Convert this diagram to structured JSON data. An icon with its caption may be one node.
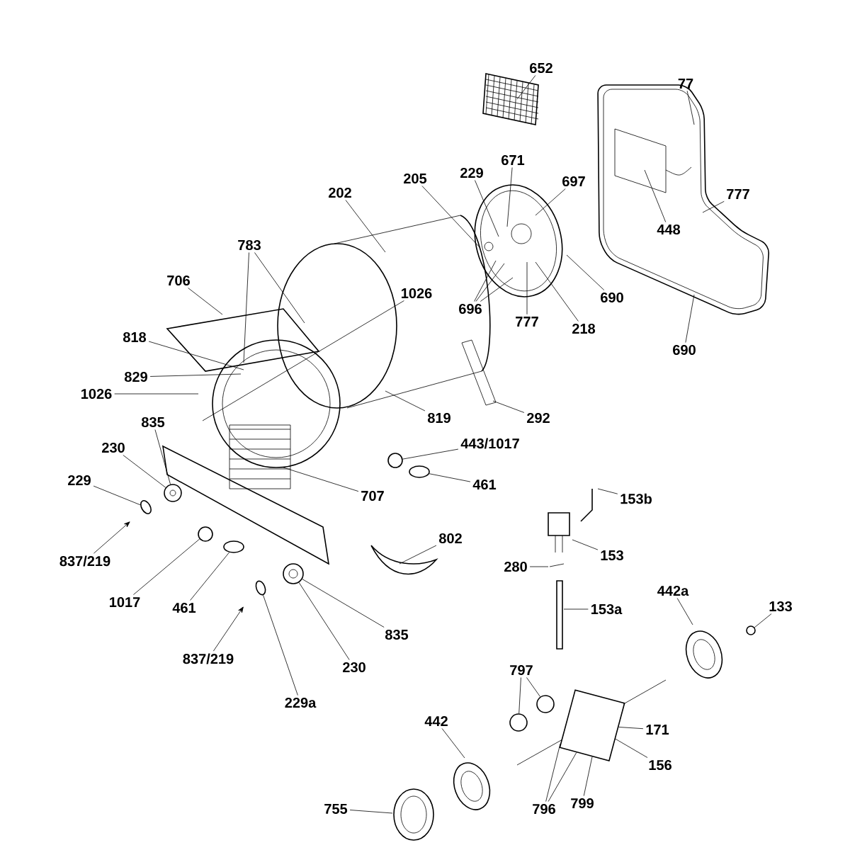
{
  "diagram": {
    "nodes": [
      {
        "text": [
          "652"
        ]
      },
      {
        "text": [
          "77"
        ]
      },
      {
        "text": [
          "202"
        ]
      },
      {
        "text": [
          "205"
        ]
      },
      {
        "text": [
          "229"
        ]
      },
      {
        "text": [
          "671"
        ]
      },
      {
        "text": [
          "697"
        ]
      },
      {
        "text": [
          "448"
        ]
      },
      {
        "text": [
          "777"
        ]
      },
      {
        "text": [
          "696"
        ]
      },
      {
        "text": [
          "777"
        ]
      },
      {
        "text": [
          "218"
        ]
      },
      {
        "text": [
          "690"
        ]
      },
      {
        "text": [
          "690"
        ]
      },
      {
        "text": [
          "706"
        ]
      },
      {
        "text": [
          "783"
        ]
      },
      {
        "text": [
          "1026"
        ]
      },
      {
        "text": [
          "818"
        ]
      },
      {
        "text": [
          "829"
        ]
      },
      {
        "text": [
          "1026"
        ]
      },
      {
        "text": [
          "835"
        ]
      },
      {
        "text": [
          "230"
        ]
      },
      {
        "text": [
          "229"
        ]
      },
      {
        "text": [
          "837/219"
        ]
      },
      {
        "text": [
          "1017"
        ]
      },
      {
        "text": [
          "461"
        ]
      },
      {
        "text": [
          "837/219"
        ]
      },
      {
        "text": [
          "229a"
        ]
      },
      {
        "text": [
          "230"
        ]
      },
      {
        "text": [
          "835"
        ]
      },
      {
        "text": [
          "707"
        ]
      },
      {
        "text": [
          "819"
        ]
      },
      {
        "text": [
          "292"
        ]
      },
      {
        "text": [
          "443/1017"
        ]
      },
      {
        "text": [
          "461"
        ]
      },
      {
        "text": [
          "153b"
        ]
      },
      {
        "text": [
          "153"
        ]
      },
      {
        "text": [
          "802"
        ]
      },
      {
        "text": [
          "280"
        ]
      },
      {
        "text": [
          "153a"
        ]
      },
      {
        "text": [
          "442a"
        ]
      },
      {
        "text": [
          "133"
        ]
      },
      {
        "text": [
          "797"
        ]
      },
      {
        "text": [
          "442"
        ]
      },
      {
        "text": [
          "171"
        ]
      },
      {
        "text": [
          "156"
        ]
      },
      {
        "text": [
          "796"
        ]
      },
      {
        "text": [
          "799"
        ]
      },
      {
        "text": [
          "755"
        ]
      },
      {
        "text": [],
        "shape": "circle"
      },
      {
        "text": [],
        "shape": "circle"
      },
      {
        "text": [],
        "shape": "circle"
      },
      {
        "text": [],
        "shape": "circle"
      },
      {
        "text": [],
        "shape": "circle"
      },
      {
        "text": [],
        "shape": "circle"
      },
      {
        "text": [],
        "shape": "circle"
      },
      {
        "text": [],
        "shape": "circle"
      },
      {
        "text": [],
        "shape": "circle"
      },
      {
        "text": [],
        "shape": "circle"
      },
      {
        "text": [],
        "shape": "circle"
      },
      {
        "text": [],
        "shape": "box"
      }
    ],
    "edges": [
      {
        "from": 0,
        "to": null,
        "arrow": "none"
      },
      {
        "from": 1,
        "to": null,
        "arrow": "none"
      },
      {
        "from": 2,
        "to": null,
        "arrow": "none"
      },
      {
        "from": 3,
        "to": null,
        "arrow": "none"
      },
      {
        "from": 4,
        "to": null,
        "arrow": "none"
      },
      {
        "from": 5,
        "to": null,
        "arrow": "none"
      },
      {
        "from": 6,
        "to": null,
        "arrow": "none"
      },
      {
        "from": 7,
        "to": null,
        "arrow": "none"
      },
      {
        "from": 8,
        "to": null,
        "arrow": "none"
      },
      {
        "from": 9,
        "to": null,
        "arrow": "none"
      },
      {
        "from": 9,
        "to": null,
        "arrow": "none"
      },
      {
        "from": 9,
        "to": null,
        "arrow": "none"
      },
      {
        "from": 10,
        "to": null,
        "arrow": "none"
      },
      {
        "from": 11,
        "to": null,
        "arrow": "none"
      },
      {
        "from": 12,
        "to": null,
        "arrow": "none"
      },
      {
        "from": 13,
        "to": null,
        "arrow": "none"
      },
      {
        "from": 14,
        "to": null,
        "arrow": "none"
      },
      {
        "from": 15,
        "to": null,
        "arrow": "none"
      },
      {
        "from": 15,
        "to": null,
        "arrow": "none"
      },
      {
        "from": 16,
        "to": null,
        "arrow": "none"
      },
      {
        "from": 17,
        "to": null,
        "arrow": "none"
      },
      {
        "from": 18,
        "to": null,
        "arrow": "none"
      },
      {
        "from": 19,
        "to": null,
        "arrow": "none"
      },
      {
        "from": 20,
        "to": 49,
        "arrow": "none"
      },
      {
        "from": 21,
        "to": 49,
        "arrow": "none"
      },
      {
        "from": 22,
        "to": 50,
        "arrow": "none"
      },
      {
        "from": 23,
        "to": null,
        "arrow": "to"
      },
      {
        "from": 24,
        "to": 51,
        "arrow": "none"
      },
      {
        "from": 25,
        "to": 52,
        "arrow": "none"
      },
      {
        "from": 26,
        "to": null,
        "arrow": "to"
      },
      {
        "from": 27,
        "to": 53,
        "arrow": "none"
      },
      {
        "from": 28,
        "to": 54,
        "arrow": "none"
      },
      {
        "from": 29,
        "to": 54,
        "arrow": "none"
      },
      {
        "from": 30,
        "to": null,
        "arrow": "none"
      },
      {
        "from": 31,
        "to": null,
        "arrow": "none"
      },
      {
        "from": 32,
        "to": null,
        "arrow": "none"
      },
      {
        "from": 33,
        "to": 55,
        "arrow": "none"
      },
      {
        "from": 34,
        "to": 56,
        "arrow": "none"
      },
      {
        "from": 35,
        "to": null,
        "arrow": "none"
      },
      {
        "from": 36,
        "to": null,
        "arrow": "none"
      },
      {
        "from": 37,
        "to": null,
        "arrow": "none"
      },
      {
        "from": 38,
        "to": null,
        "arrow": "none"
      },
      {
        "from": 39,
        "to": null,
        "arrow": "none"
      },
      {
        "from": 40,
        "to": null,
        "arrow": "none"
      },
      {
        "from": 41,
        "to": 57,
        "arrow": "none"
      },
      {
        "from": 42,
        "to": 58,
        "arrow": "none"
      },
      {
        "from": 42,
        "to": 59,
        "arrow": "none"
      },
      {
        "from": 43,
        "to": null,
        "arrow": "none"
      },
      {
        "from": 44,
        "to": 60,
        "arrow": "none"
      },
      {
        "from": 45,
        "to": 60,
        "arrow": "none"
      },
      {
        "from": 46,
        "to": 60,
        "arrow": "none"
      },
      {
        "from": 46,
        "to": 60,
        "arrow": "none"
      },
      {
        "from": 47,
        "to": 60,
        "arrow": "none"
      },
      {
        "from": 48,
        "to": null,
        "arrow": "none"
      }
    ]
  }
}
